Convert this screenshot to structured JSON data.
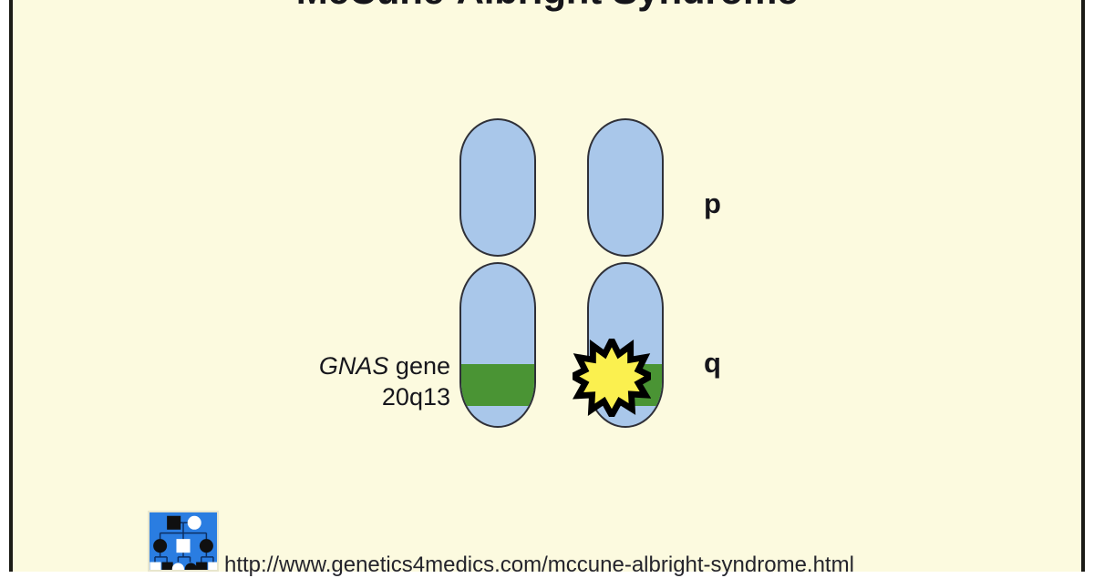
{
  "figure": {
    "title": "McCune-Albright Syndrome",
    "background_color": "#fcfadf",
    "border_color": "#1b1b16"
  },
  "diagram": {
    "type": "chromosome-pair",
    "chromosomes": [
      {
        "id": "normal",
        "name": "normal-chromosome-20",
        "has_mutation": false,
        "arm_colors": {
          "arm": "#a9c7ea",
          "band": "#4a9434",
          "outline": "#2f3038"
        }
      },
      {
        "id": "mutant",
        "name": "mutant-chromosome-20",
        "has_mutation": true,
        "arm_colors": {
          "arm": "#a9c7ea",
          "band": "#4a9434",
          "outline": "#2f3038"
        },
        "mutation_marker": {
          "shape": "starburst",
          "fill": "#fbf04f",
          "stroke": "#000000"
        }
      }
    ],
    "arm_labels": {
      "short_arm": "p",
      "long_arm": "q"
    },
    "gene_annotation": {
      "gene_name": "GNAS",
      "gene_suffix": " gene",
      "locus": "20q13"
    }
  },
  "footer": {
    "logo_name": "genetics4medics-pedigree-logo",
    "url": "http://www.genetics4medics.com/mccune-albright-syndrome.html"
  }
}
